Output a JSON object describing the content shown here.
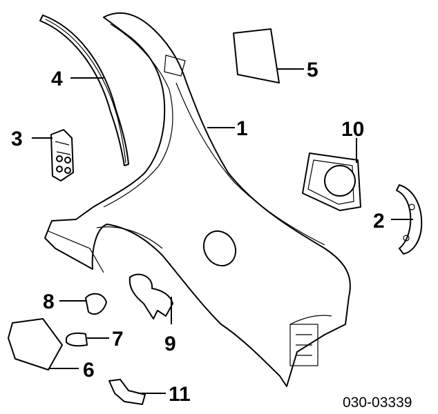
{
  "diagram": {
    "callouts": {
      "c1": "1",
      "c2": "2",
      "c3": "3",
      "c4": "4",
      "c5": "5",
      "c6": "6",
      "c7": "7",
      "c8": "8",
      "c9": "9",
      "c10": "10",
      "c11": "11"
    },
    "drawing_code": "030-03339"
  },
  "colors": {
    "line": "#000000",
    "background": "#ffffff"
  }
}
